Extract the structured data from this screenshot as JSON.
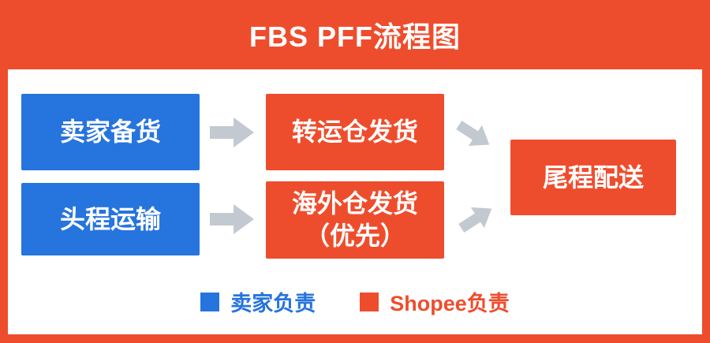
{
  "poster": {
    "title": "FBS PFF流程图"
  },
  "flow": {
    "seller_prepare": "卖家备货",
    "first_leg_transport": "头程运输",
    "transfer_warehouse_ship": "转运仓发货",
    "overseas_warehouse_ship": "海外仓发货",
    "overseas_warehouse_note": "（优先）",
    "last_mile_delivery": "尾程配送"
  },
  "legend": {
    "seller": "卖家负责",
    "shopee": "Shopee负责"
  },
  "colors": {
    "shopee_orange": "#EE4D2D",
    "seller_blue": "#2674DD",
    "arrow_gray": "#C3C9D1",
    "panel_white": "#FFFFFF",
    "title_text": "#FFFFFF"
  },
  "icons": {
    "flow_arrow_right": "block-arrow-right-icon",
    "flow_arrow_down_right": "block-arrow-down-right-icon",
    "flow_arrow_up_right": "block-arrow-up-right-icon"
  }
}
